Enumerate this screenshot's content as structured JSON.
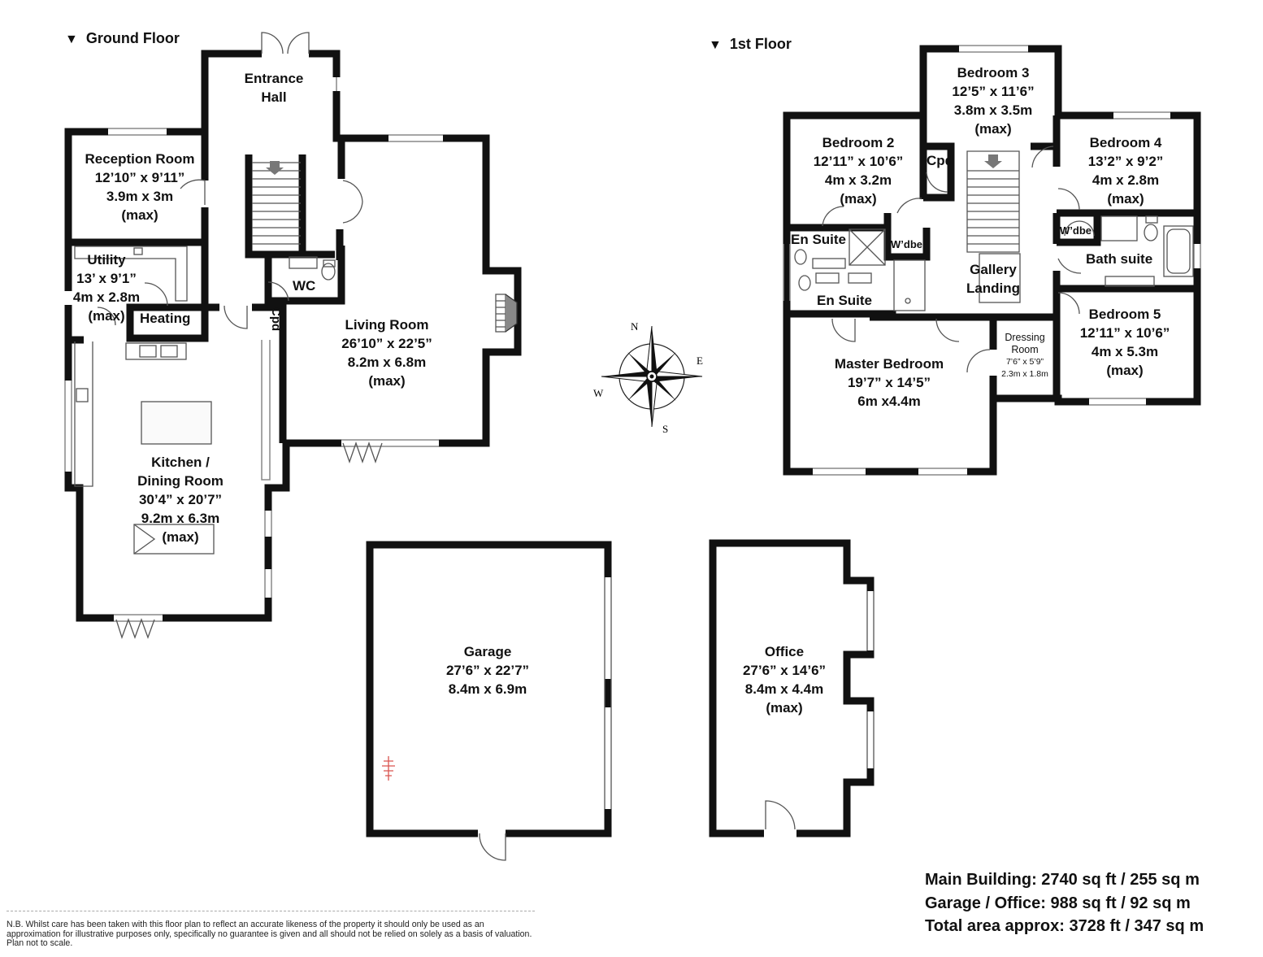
{
  "floors": {
    "ground": "Ground Floor",
    "first": "1st Floor"
  },
  "rooms": {
    "entrance_hall": [
      "Entrance",
      "Hall"
    ],
    "reception": [
      "Reception Room",
      "12’10” x 9’11”",
      "3.9m x 3m",
      "(max)"
    ],
    "utility": [
      "Utility",
      "13’ x 9’1”",
      "4m x 2.8m",
      "(max)"
    ],
    "heating": "Heating",
    "wc": "WC",
    "cpd_ground": "Cpd",
    "living": [
      "Living Room",
      "26’10” x 22’5”",
      "8.2m x 6.8m",
      "(max)"
    ],
    "kitchen": [
      "Kitchen /",
      "Dining Room",
      "30’4” x 20’7”",
      "9.2m x 6.3m",
      "(max)"
    ],
    "garage": [
      "Garage",
      "27’6” x 22’7”",
      "8.4m x 6.9m"
    ],
    "office": [
      "Office",
      "27’6” x 14’6”",
      "8.4m x 4.4m",
      "(max)"
    ],
    "bedroom3": [
      "Bedroom 3",
      "12’5” x 11’6”",
      "3.8m x 3.5m",
      "(max)"
    ],
    "bedroom2": [
      "Bedroom 2",
      "12’11” x 10’6”",
      "4m x 3.2m",
      "(max)"
    ],
    "bedroom4": [
      "Bedroom 4",
      "13’2” x 9’2”",
      "4m x 2.8m",
      "(max)"
    ],
    "cpd_first": "Cpd",
    "ensuite_1": "En Suite",
    "ensuite_2": "En Suite",
    "wdbe_1": "W’dbe",
    "wdbe_2": "W’dbe",
    "gallery": [
      "Gallery",
      "Landing"
    ],
    "bath_suite": "Bath suite",
    "bedroom5": [
      "Bedroom 5",
      "12’11” x 10’6”",
      "4m x 5.3m",
      "(max)"
    ],
    "master": [
      "Master Bedroom",
      "19’7” x 14’5”",
      "6m x4.4m"
    ],
    "dressing": [
      "Dressing",
      "Room",
      "7’6” x 5’9”",
      "2.3m x 1.8m"
    ]
  },
  "compass": {
    "n": "N",
    "e": "E",
    "s": "S",
    "w": "W"
  },
  "totals": [
    "Main Building: 2740 sq ft / 255 sq m",
    "Garage / Office: 988 sq ft / 92 sq m",
    "Total area approx: 3728 ft / 347 sq m"
  ],
  "disclaimer": "N.B. Whilst care has been taken with this floor plan to reflect an accurate likeness of the property it should only be used as an approximation for illustrative purposes only, specifically no guarantee is given and all should not be relied on solely as a basis of valuation. Plan not to scale.",
  "colors": {
    "wall": "#111111",
    "fixture": "#555555",
    "accent": "#d9534f"
  }
}
